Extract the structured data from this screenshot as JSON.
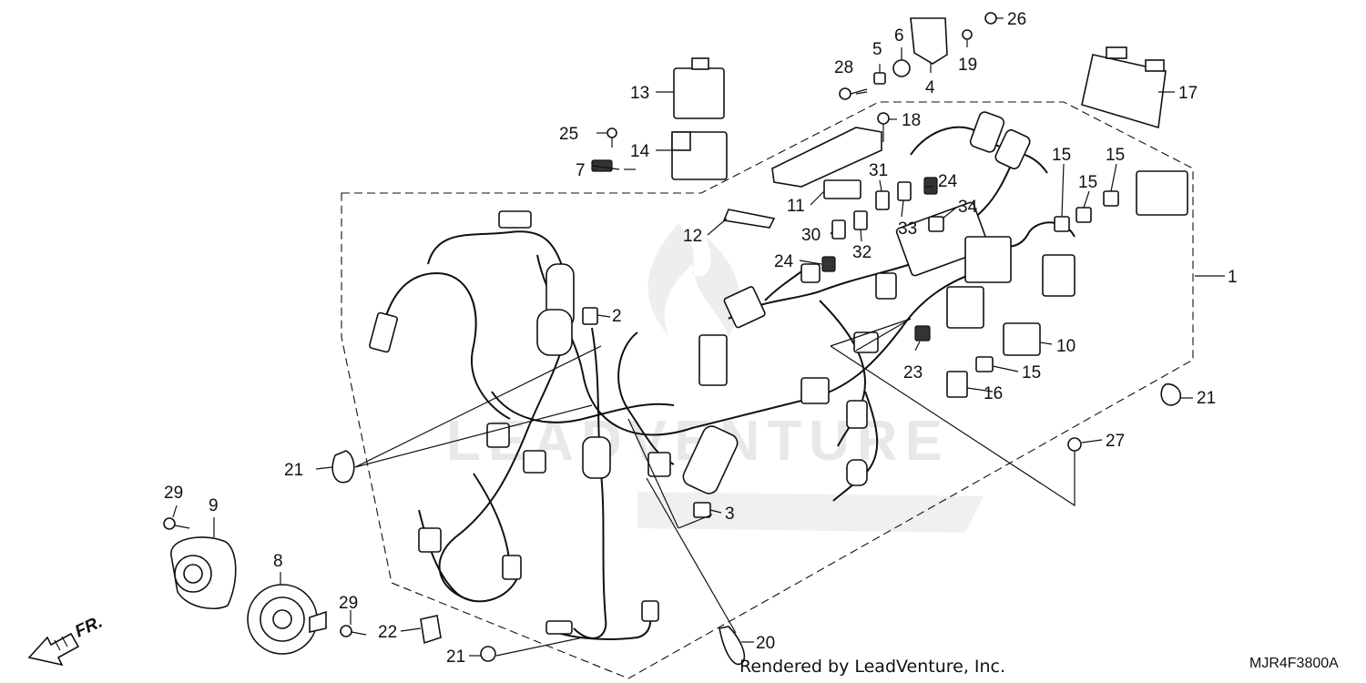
{
  "callouts": {
    "c1": "1",
    "c2": "2",
    "c3": "3",
    "c4": "4",
    "c5": "5",
    "c6": "6",
    "c7": "7",
    "c8": "8",
    "c9": "9",
    "c10": "10",
    "c11": "11",
    "c12": "12",
    "c13": "13",
    "c14": "14",
    "c15a": "15",
    "c15b": "15",
    "c15c": "15",
    "c15d": "15",
    "c16": "16",
    "c17": "17",
    "c18": "18",
    "c19": "19",
    "c20": "20",
    "c21a": "21",
    "c21b": "21",
    "c21c": "21",
    "c22": "22",
    "c23": "23",
    "c24a": "24",
    "c24b": "24",
    "c25": "25",
    "c26": "26",
    "c27": "27",
    "c28": "28",
    "c29a": "29",
    "c29b": "29",
    "c30": "30",
    "c31": "31",
    "c32": "32",
    "c33": "33",
    "c34": "34"
  },
  "front_indicator": "FR.",
  "footer": {
    "credit": "Rendered by LeadVenture, Inc.",
    "diagram_code": "MJR4F3800A"
  },
  "watermark": "LEADVENTURE"
}
